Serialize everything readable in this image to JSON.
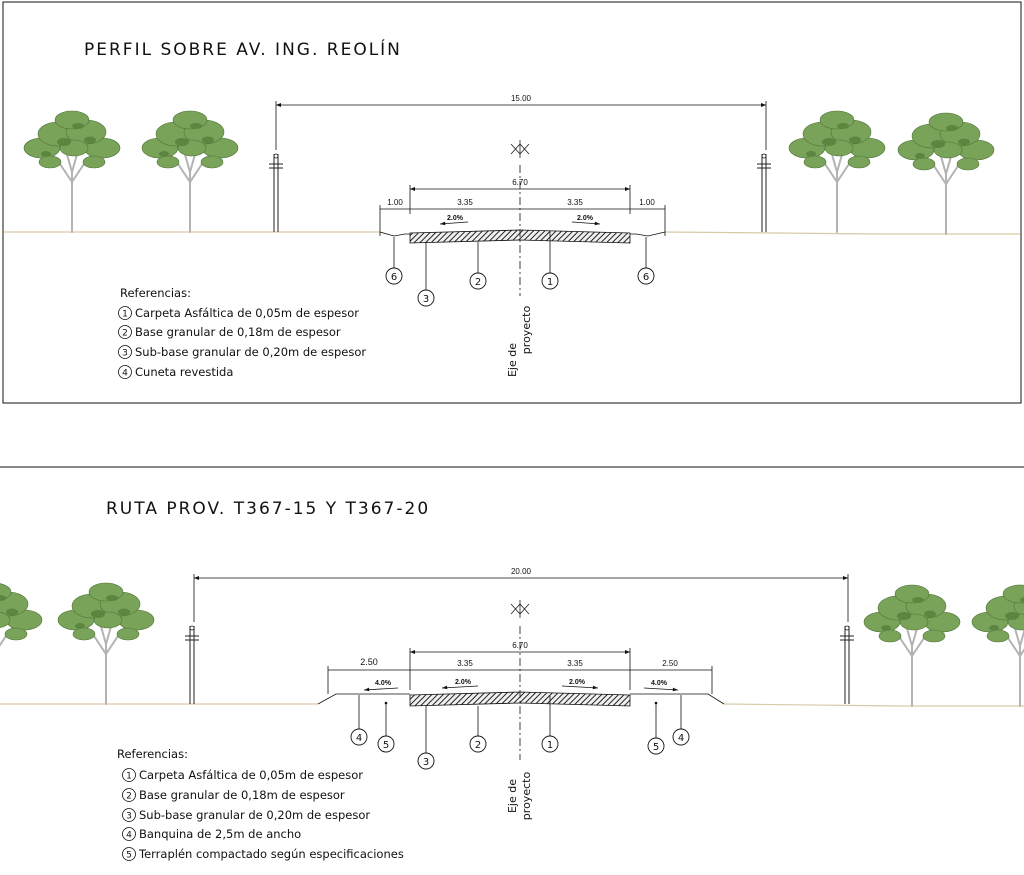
{
  "panels": [
    {
      "title": "PERFIL SOBRE AV. ING. REOLÍN",
      "dims": {
        "total": "15.00",
        "central": "6.70",
        "lane_left": "3.35",
        "lane_right": "3.35",
        "shoulder_left": "1.00",
        "shoulder_right": "1.00",
        "slope_left": "2.0%",
        "slope_right": "2.0%"
      },
      "markers": {
        "m6a": "6",
        "m3": "3",
        "m2": "2",
        "m1": "1",
        "m6b": "6"
      },
      "axis_label": [
        "Eje de",
        "proyecto"
      ],
      "references": {
        "heading": "Referencias:",
        "items": [
          {
            "num": "1",
            "text": "Carpeta Asfáltica de 0,05m  de espesor"
          },
          {
            "num": "2",
            "text": "Base granular de 0,18m de espesor"
          },
          {
            "num": "3",
            "text": "Sub-base granular de 0,20m de espesor"
          },
          {
            "num": "4",
            "text": "Cuneta revestida"
          }
        ]
      }
    },
    {
      "title": "RUTA PROV. T367-15 Y T367-20",
      "dims": {
        "total": "20.00",
        "central": "6.70",
        "lane_left": "3.35",
        "lane_right": "3.35",
        "shoulder_left": "2.50",
        "shoulder_right": "2.50",
        "slope_lane_left": "2.0%",
        "slope_lane_right": "2.0%",
        "slope_shoulder_left": "4.0%",
        "slope_shoulder_right": "4.0%"
      },
      "markers": {
        "m4a": "4",
        "m5a": "5",
        "m3": "3",
        "m2": "2",
        "m1": "1",
        "m5b": "5",
        "m4b": "4"
      },
      "axis_label": [
        "Eje de",
        "proyecto"
      ],
      "references": {
        "heading": "Referencias:",
        "items": [
          {
            "num": "1",
            "text": "Carpeta Asfáltica de 0,05m  de espesor"
          },
          {
            "num": "2",
            "text": "Base granular de 0,18m de espesor"
          },
          {
            "num": "3",
            "text": "Sub-base granular de 0,20m de espesor"
          },
          {
            "num": "4",
            "text": "Banquina de 2,5m de ancho"
          },
          {
            "num": "5",
            "text": "Terraplén compactado según especificaciones"
          }
        ]
      }
    }
  ],
  "colors": {
    "foliage": "#7aa35a",
    "foliage_dark": "#5c8640",
    "ground": "#d9c9a8",
    "trunk": "#a8a8a8",
    "line": "#111111"
  }
}
